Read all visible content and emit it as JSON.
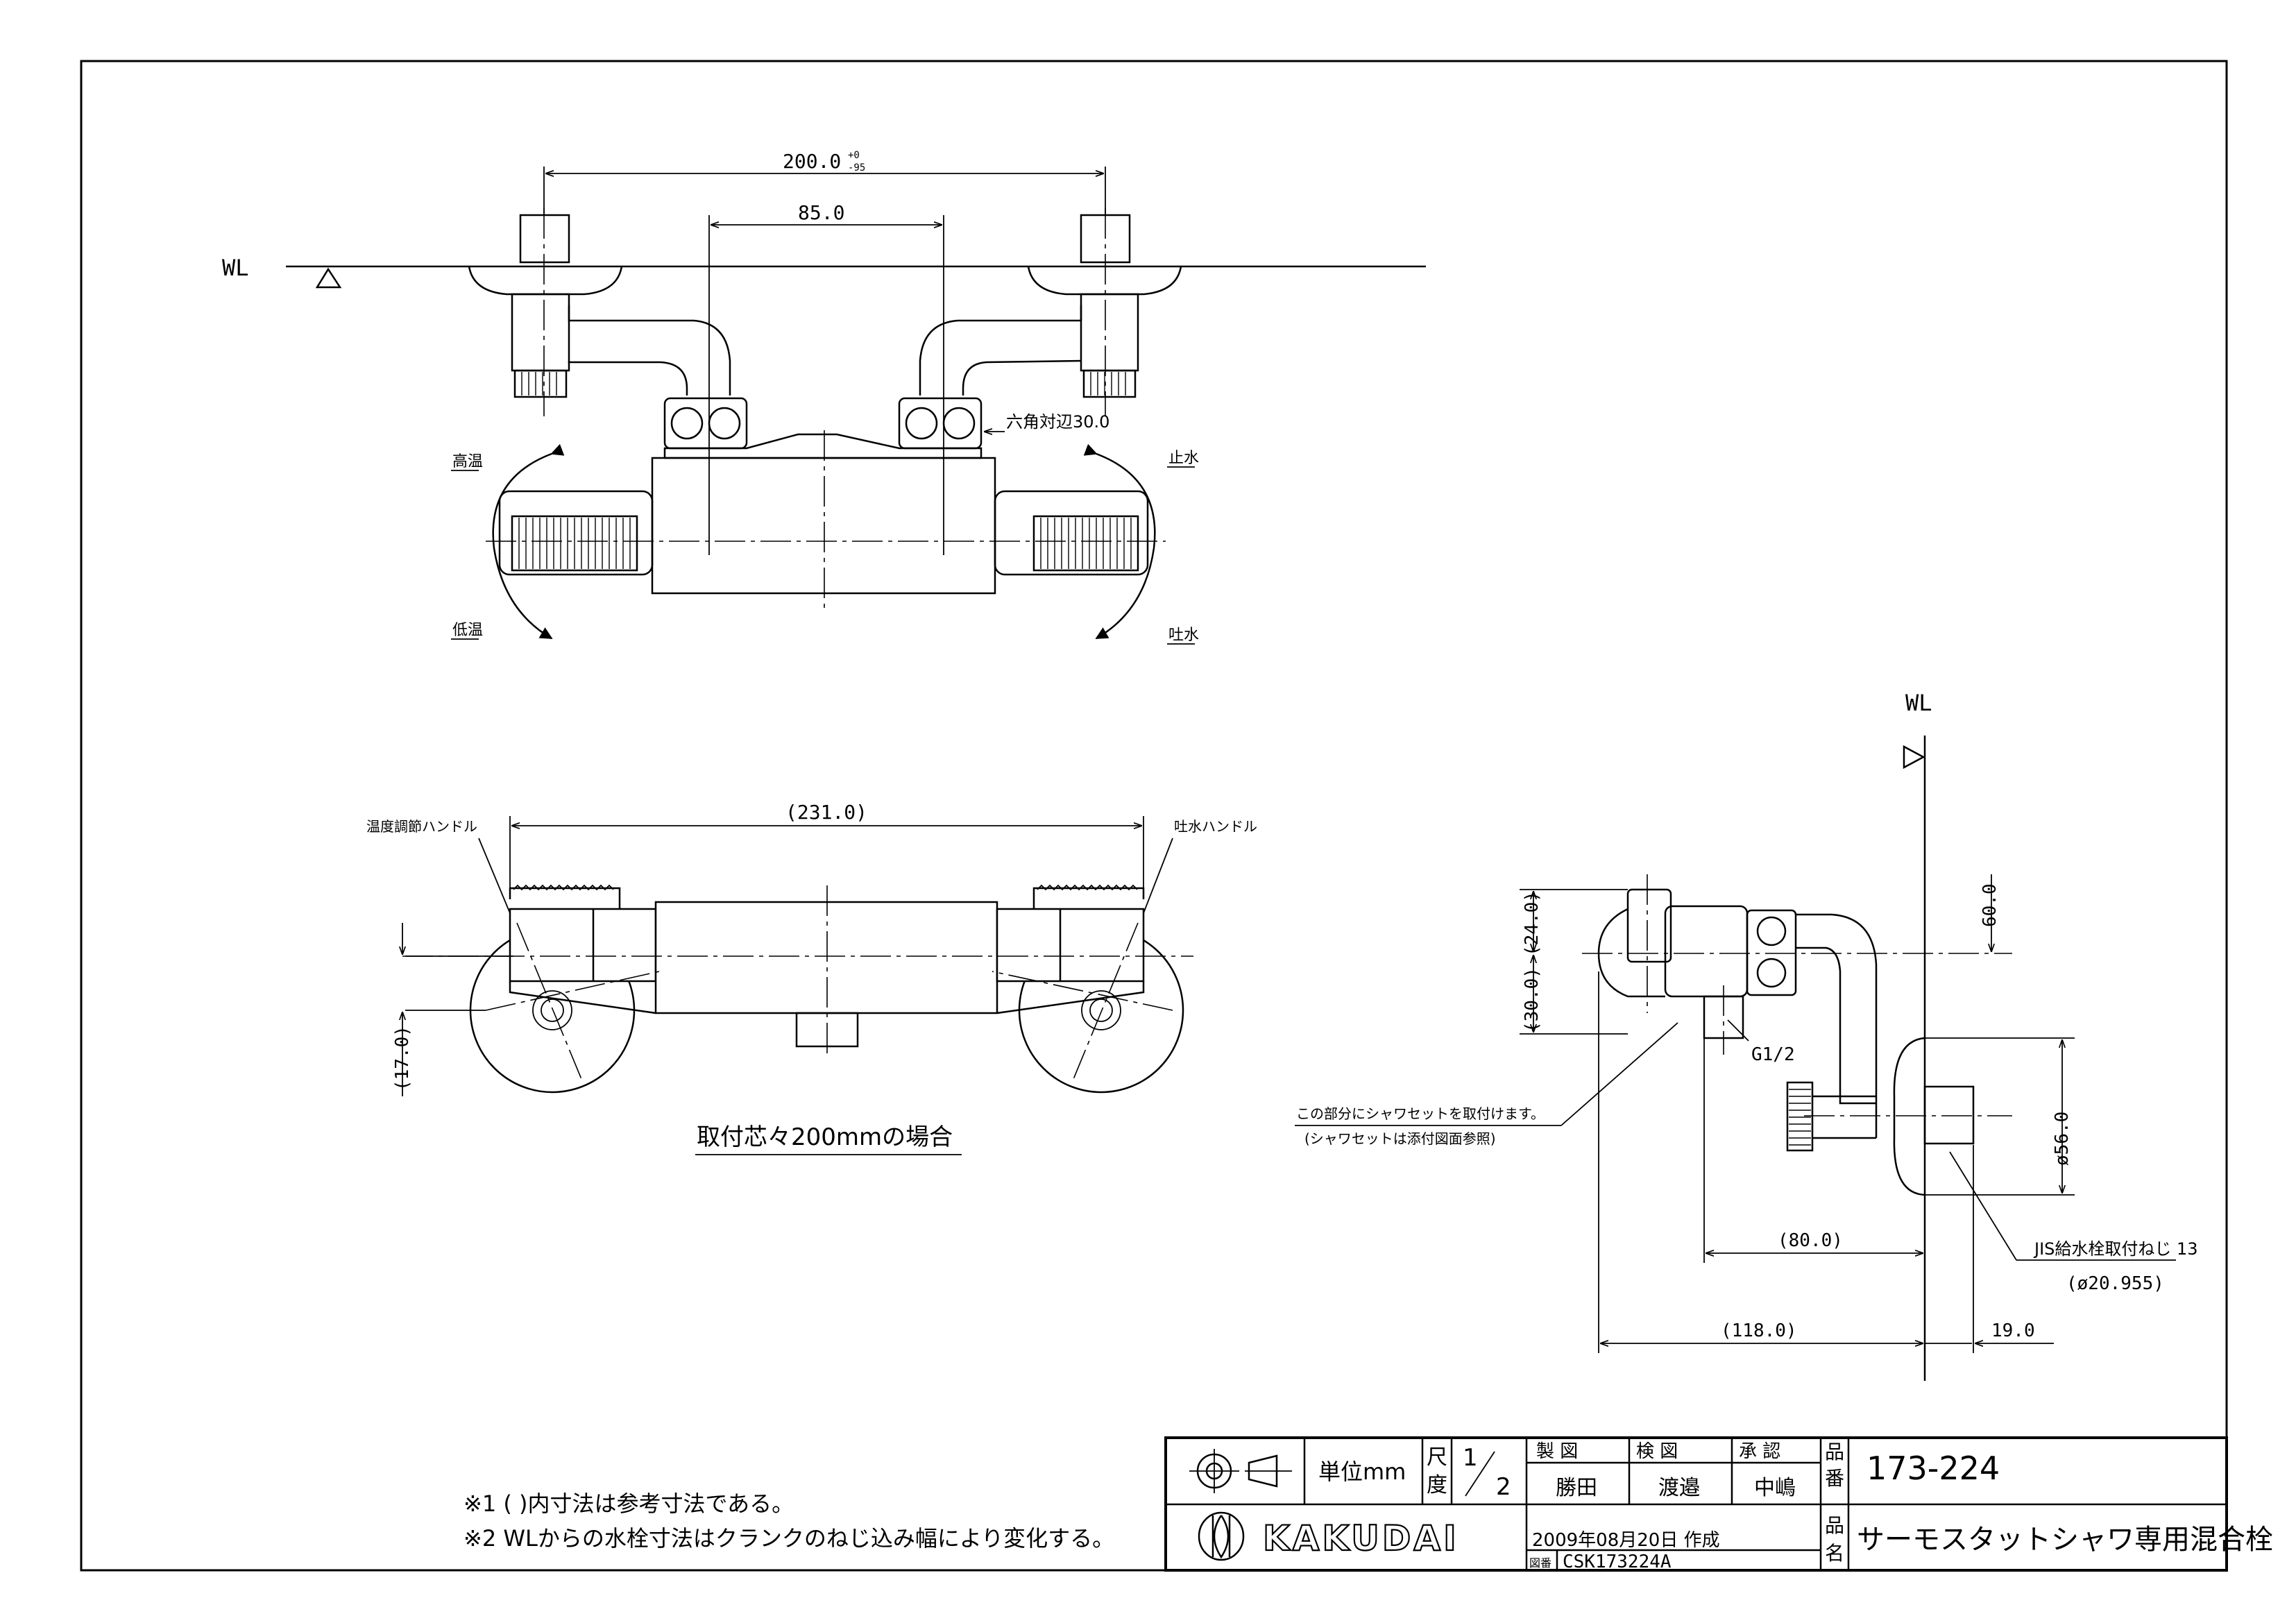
{
  "frame": {
    "wl_label_top": "WL",
    "wl_label_side": "WL"
  },
  "top_view": {
    "dim_overall": "200.0",
    "dim_overall_tol_plus": "+0",
    "dim_overall_tol_minus": "-95",
    "dim_center": "85.0",
    "hex_label": "六角対辺30.0",
    "temp_high": "高温",
    "temp_low": "低温",
    "water_stop": "止水",
    "water_discharge": "吐水"
  },
  "front_view": {
    "dim_length": "(231.0)",
    "temp_handle": "温度調節ハンドル",
    "discharge_handle": "吐水ハンドル",
    "dim_height": "(17.0)",
    "caption": "取付芯々200mmの場合"
  },
  "side_view": {
    "dim_30": "(30.0)",
    "dim_24": "(24.0)",
    "dim_60": "60.0",
    "dim_56": "ø56.0",
    "dim_80": "(80.0)",
    "dim_118": "(118.0)",
    "dim_19": "19.0",
    "thread_g": "G1/2",
    "shower_note_1": "この部分にシャワセットを取付けます。",
    "shower_note_2": "(シャワセットは添付図面参照)",
    "jis_note": "JIS給水栓取付ねじ 13",
    "jis_diameter": "(ø20.955)"
  },
  "notes": [
    "※1 ( )内寸法は参考寸法である。",
    "※2 WLからの水栓寸法はクランクのねじ込み幅により変化する。"
  ],
  "title_block": {
    "unit_label": "単位mm",
    "scale_label_1": "尺",
    "scale_label_2": "度",
    "scale_num": "1",
    "scale_den": "2",
    "drawn_by_label": "製 図",
    "checked_by_label": "検 図",
    "approved_by_label": "承 認",
    "drawn_by": "勝田",
    "checked_by": "渡邉",
    "approved_by": "中嶋",
    "date": "2009年08月20日 作成",
    "drawing_no_label": "図番",
    "drawing_no": "CSK173224A",
    "part_no_label_1": "品",
    "part_no_label_2": "番",
    "part_no": "173-224",
    "part_name_label_1": "品",
    "part_name_label_2": "名",
    "part_name": "サーモスタットシャワ専用混合栓",
    "company": "KAKUDAI"
  }
}
